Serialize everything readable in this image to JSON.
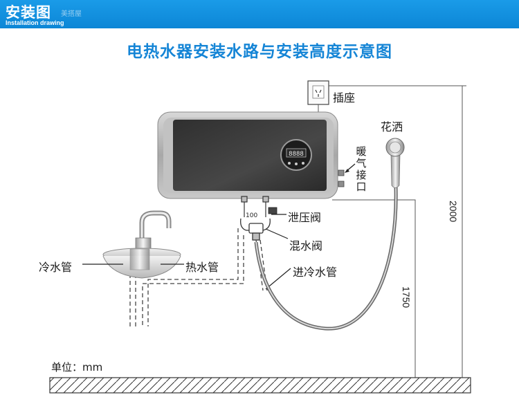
{
  "banner": {
    "title": "安装图",
    "subtitle": "Installation drawing",
    "watermark": "美搭屋"
  },
  "title": "电热水器安装水路与安装高度示意图",
  "labels": {
    "socket": "插座",
    "shower": "花洒",
    "heating_interface": "暖气接口",
    "relief_valve": "泄压阀",
    "mixing_valve": "混水阀",
    "cold_inlet_pipe": "进冷水管",
    "cold_pipe": "冷水管",
    "hot_pipe": "热水管",
    "valve_number": "100"
  },
  "dimensions": {
    "socket_height": "2000",
    "heater_height": "1750",
    "unit": "单位：mm"
  },
  "colors": {
    "banner": "#1a9be8",
    "title": "#1585d6",
    "tank_front": "#3a3a3a",
    "tank_frame": "#b5b5b5",
    "line": "#333333"
  }
}
